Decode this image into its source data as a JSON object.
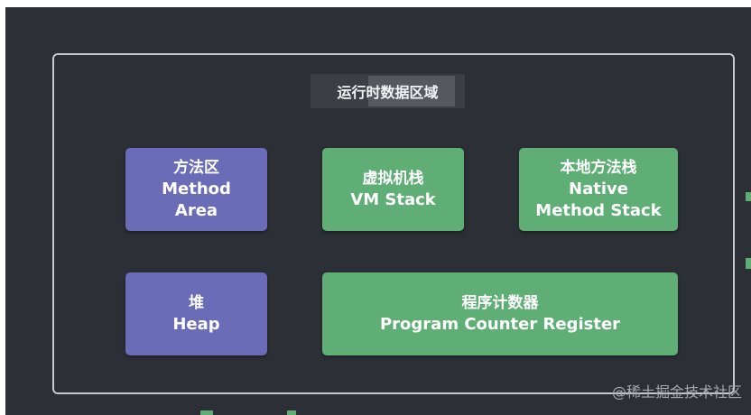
{
  "diagram": {
    "title": "运行时数据区域",
    "boxes": [
      {
        "id": "method-area",
        "cn": "方法区",
        "en_lines": [
          "Method",
          "Area"
        ]
      },
      {
        "id": "vm-stack",
        "cn": "虚拟机栈",
        "en_lines": [
          "VM Stack"
        ]
      },
      {
        "id": "native-stack",
        "cn": "本地方法栈",
        "en_lines": [
          "Native",
          "Method Stack"
        ]
      },
      {
        "id": "heap",
        "cn": "堆",
        "en_lines": [
          "Heap"
        ]
      },
      {
        "id": "pc-register",
        "cn": "程序计数器",
        "en_lines": [
          "Program Counter Register"
        ]
      }
    ]
  },
  "watermark": "@稀土掘金技术社区",
  "colors": {
    "background": "#2c2f36",
    "purple_box": "#6a6cb7",
    "green_box": "#5fae76",
    "frame": "#c5c8cf"
  }
}
